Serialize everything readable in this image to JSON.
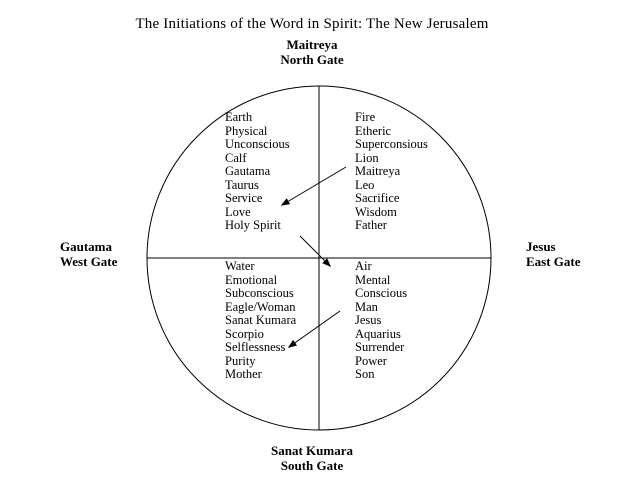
{
  "title": "The Initiations of the Word in Spirit: The New Jerusalem",
  "gates": {
    "north": {
      "name": "Maitreya",
      "label": "North Gate"
    },
    "south": {
      "name": "Sanat Kumara",
      "label": "South Gate"
    },
    "west": {
      "name": "Gautama",
      "label": "West Gate"
    },
    "east": {
      "name": "Jesus",
      "label": "East Gate"
    }
  },
  "quadrants": {
    "earth": {
      "items": [
        "Earth",
        "Physical",
        "Unconscious",
        "Calf",
        "Gautama",
        "Taurus",
        "Service",
        "Love",
        "Holy Spirit"
      ]
    },
    "fire": {
      "items": [
        "Fire",
        "Etheric",
        "Superconsious",
        "Lion",
        "Maitreya",
        "Leo",
        "Sacrifice",
        "Wisdom",
        "Father"
      ]
    },
    "water": {
      "items": [
        "Water",
        "Emotional",
        "Subconscious",
        "Eagle/Woman",
        "Sanat Kumara",
        "Scorpio",
        "Selflessness",
        "Purity",
        "Mother"
      ]
    },
    "air": {
      "items": [
        "Air",
        "Mental",
        "Conscious",
        "Man",
        "Jesus",
        "Aquarius",
        "Surrender",
        "Power",
        "Son"
      ]
    }
  },
  "colors": {
    "stroke": "#000000",
    "background": "#ffffff"
  }
}
